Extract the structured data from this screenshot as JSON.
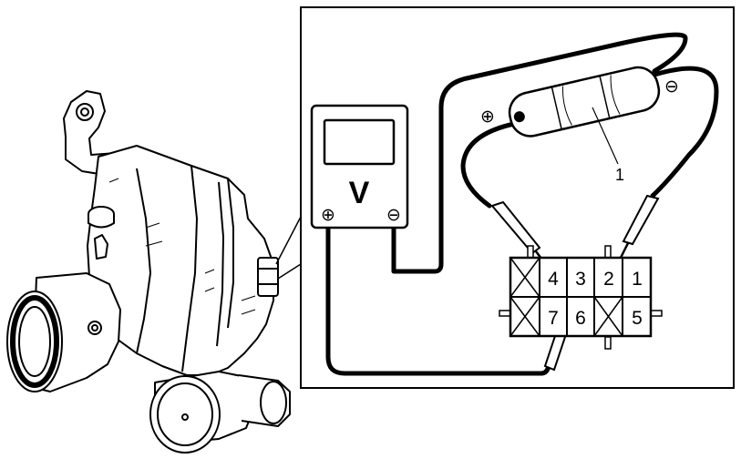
{
  "voltmeter": {
    "symbol": "V",
    "plus_terminal": "⊕",
    "minus_terminal": "⊖"
  },
  "battery": {
    "plus": "⊕",
    "minus": "⊖",
    "callout": "1"
  },
  "connector": {
    "top_row": [
      "",
      "4",
      "3",
      "2",
      "1"
    ],
    "bottom_row": [
      "",
      "7",
      "6",
      "",
      "5"
    ]
  },
  "colors": {
    "ink": "#000000",
    "paper": "#ffffff"
  }
}
